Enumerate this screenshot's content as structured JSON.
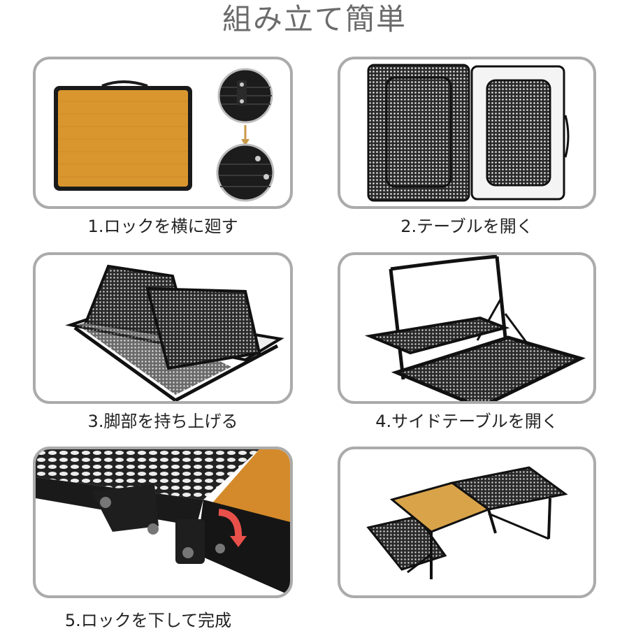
{
  "title": "組み立て簡単",
  "colors": {
    "title_text": "#6b6b6b",
    "panel_border": "#ababab",
    "bamboo": "#d9962e",
    "frame": "#1a1a1a",
    "arrow_gold": "#c99a4a",
    "arrow_red": "#e8504a"
  },
  "steps": [
    {
      "caption": "1.ロックを横に廻す",
      "image": "folded-table-with-lock-closeups"
    },
    {
      "caption": "2.テーブルを開く",
      "image": "opened-table-mesh-top-view"
    },
    {
      "caption": "3.脚部を持ち上げる",
      "image": "legs-being-raised"
    },
    {
      "caption": "4.サイドテーブルを開く",
      "image": "side-table-opening"
    },
    {
      "caption": "5.ロックを下して完成",
      "image": "lock-closeup-with-red-arrow"
    },
    {
      "caption": "",
      "image": "completed-table"
    }
  ]
}
